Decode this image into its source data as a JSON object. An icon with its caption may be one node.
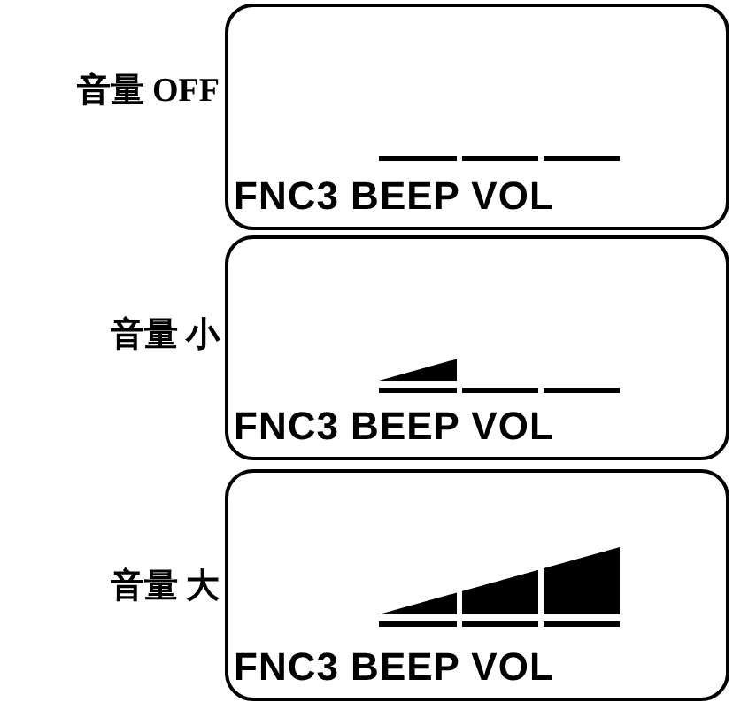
{
  "diagram": {
    "nodes": [
      {
        "text": [
          "FNC3 BEEP VOL"
        ],
        "beside": [
          "音量 OFF"
        ]
      },
      {
        "text": [
          "FNC3 BEEP VOL"
        ],
        "beside": [
          "音量 小"
        ]
      },
      {
        "text": [
          "FNC3 BEEP VOL"
        ],
        "beside": [
          "音量 大"
        ]
      }
    ]
  }
}
